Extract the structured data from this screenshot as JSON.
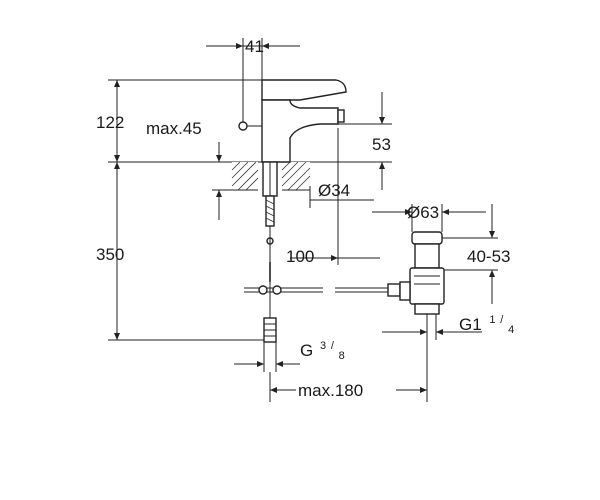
{
  "dimensions": {
    "spout_offset": "41",
    "height_top": "122",
    "max_deck": "max.45",
    "outlet_height": "53",
    "hole_diameter": "Ø34",
    "waste_diameter": "Ø63",
    "supply_length": "350",
    "waste_offset": "100",
    "waste_height": "40-53",
    "waste_thread_main": "G1",
    "waste_thread_num": "1",
    "waste_thread_den": "4",
    "supply_thread_main": "G",
    "supply_thread_num": "3",
    "supply_thread_den": "8",
    "max_spacing": "max.180"
  }
}
